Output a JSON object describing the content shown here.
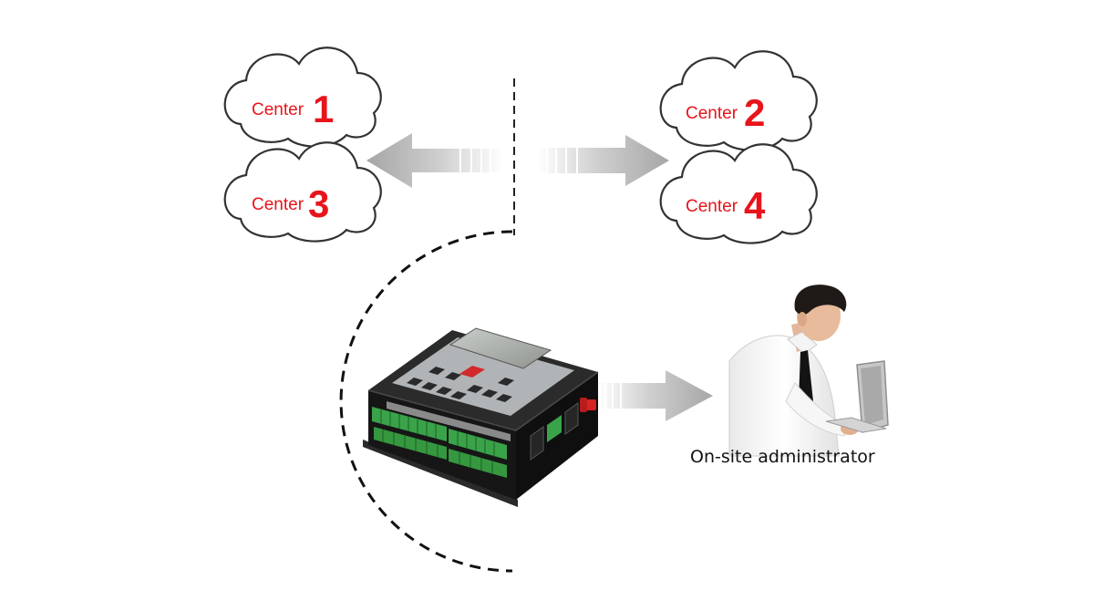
{
  "centers": [
    {
      "word": "Center",
      "number": "1"
    },
    {
      "word": "Center",
      "number": "2"
    },
    {
      "word": "Center",
      "number": "3"
    },
    {
      "word": "Center",
      "number": "4"
    }
  ],
  "admin": {
    "label": "On-site administrator"
  },
  "colors": {
    "label_red": "#e8141b",
    "arrow_gray": "#a8a8a8",
    "cloud_stroke": "#333333",
    "device_body": "#1c1c1c",
    "terminal_green": "#3aa34a"
  }
}
